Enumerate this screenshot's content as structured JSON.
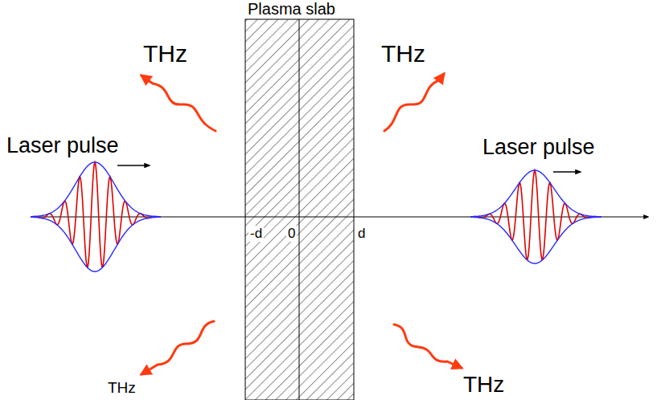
{
  "diagram": {
    "labels": [
      "Plasma slab",
      "THz",
      "THz",
      "Laser pulse",
      "Laser pulse",
      "-d",
      "0",
      "d",
      "THz",
      "THz"
    ]
  }
}
